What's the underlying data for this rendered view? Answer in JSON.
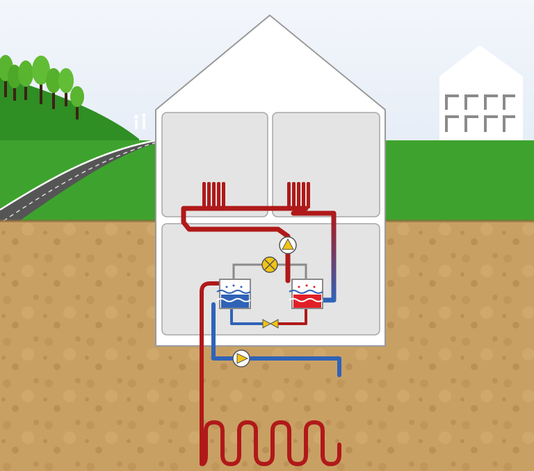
{
  "diagram": {
    "colors": {
      "sky": "#e6eef8",
      "grass": "#3ea32e",
      "soil": "#c9a064",
      "road": "#555555",
      "house_wall": "#ffffff",
      "room": "#e4e4e4",
      "hot_pipe": "#b01919",
      "cold_pipe": "#2f63b8",
      "refrigerant_line": "#8a8a8a",
      "component_yellow": "#f2c414"
    },
    "components": {
      "radiators": [
        {
          "icon": "radiator-icon",
          "location": "upper-left-room"
        },
        {
          "icon": "radiator-icon",
          "location": "upper-right-room"
        }
      ],
      "heating_circulation_pump": {
        "icon": "pump-icon"
      },
      "compressor": {
        "icon": "compressor-icon"
      },
      "evaporator": {
        "icon": "heat-exchanger-icon",
        "state": "cold"
      },
      "condenser": {
        "icon": "heat-exchanger-icon",
        "state": "hot"
      },
      "expansion_valve": {
        "icon": "valve-icon"
      },
      "ground_loop_pump": {
        "icon": "pump-icon"
      },
      "ground_loop": {
        "icon": "ground-collector-loop",
        "loops": 4
      }
    }
  }
}
